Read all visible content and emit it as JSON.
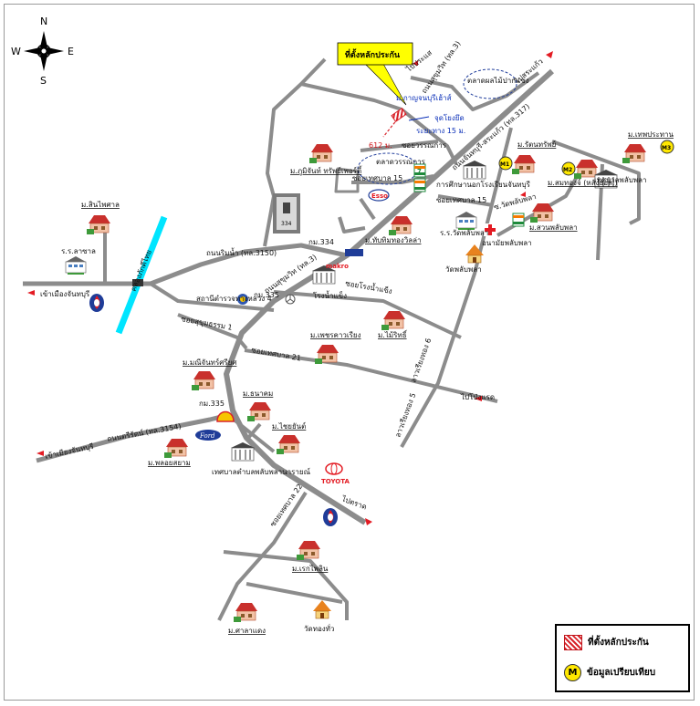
{
  "compass": {
    "n": "N",
    "s": "S",
    "e": "E",
    "w": "W"
  },
  "site_callout": "ที่ตั้งหลักประกัน",
  "labels": {
    "to_prasae": "ไปประแส",
    "sukhumvit_top": "ถนนสุขุมวิท (ทล.3)",
    "to_sakaeo": "ไปสระแก้ว",
    "fruit_market": "ตลาดผลไม้ปากแซง",
    "kanchanaburi_estate": "ม.กาญจนบุรีเฮ้าส์",
    "reference_point": "จุดโยงยึด",
    "distance": "ระยะทาง 15 ม.",
    "dist_612": "612 ม.",
    "chanthaburi_sakaeo_rd": "ถนนจันทบุรี-สระแก้ว (ทล.317)",
    "soi_wannakan": "ซอยวรรณการ",
    "wannakan_market": "ตลาดวรรณการ",
    "phumjan_estate": "ม.ภูมิจันท์ ทรัพย์เพอร์ตี้",
    "soi_thetsaban_15a": "ซอยเทศบาล 15",
    "soi_thetsaban_15b": "ซอยเทศบาล 15",
    "education_office": "การศึกษานอกโรงเรียนจันทบุรี",
    "rattanasap_estate": "ม.รัตนทรัพย์",
    "thepprathan_estate": "ม.เทพประทาน",
    "somthong_estate": "ม.สมทองจ์ (หลังธอส.)",
    "phlapphla_municipality_top": "เทศบาลพลับพลา",
    "km334_post": "334",
    "km334": "กม.334",
    "thaptimthong_villa": "ม.ทับทิมทองวิลล่า",
    "wat_phlapphla_school": "ร.ร.วัดพลับพลา",
    "soi_wat_phlapphla": "ซ.วัดพลับพลา",
    "suanphlapphla_estate": "ม.สวนพลับพลา",
    "phlapphla_health": "อนามัยพลับพลา",
    "wat_phlapphla": "วัดพลับพลา",
    "sinphaisan_estate": "ม.สินไพศาล",
    "lasan_school": "ร.ร.ลาซาล",
    "khlong_phraya_tai": "คลองภักดีไทย",
    "to_chanthaburi_w": "เข้าเมืองจันทบุรี",
    "thanon_riap_nam": "ถนนริมน้ำ (ทล.3150)",
    "makro": "makro",
    "km335_top": "กม.335",
    "soi_rongnamkhaeng": "ซอยโรงน้ำแข็ง",
    "ice_factory": "โรงน้ำแข็ง",
    "police_station": "สถานีตำรวจทางหลวง 4",
    "sukhumvit_mid": "ถนนสุขุมวิท (ทล.3)",
    "soi_sukhumtham": "ซอยสุขุมธรรม 1",
    "mairithi_estate": "ม.ไม้ริทธิ์",
    "soi_thetsaban_21": "ซอยเทศบาล 21",
    "phetchkhao_estate": "ม.เพชรคาวเรียง",
    "soi_chan_thung5": "ลาวเรียงทอง 5",
    "soi_chan_thung6": "ลาวเรียงทอง 6",
    "to_pong_nam_ron": "ไปโป่งแรด",
    "manichan_sriyos": "ม.มณีจันทร์ศรียศ",
    "km335_bottom": "กม.335",
    "thanakom_estate": "ม.ธนาคม",
    "chaiyanan_estate": "ม.ไชยยันต์",
    "thanon_tri_rat": "ถนนตรีรัตน์ (ทล.3154)",
    "to_chanthaburi_sw": "เข้าเมืองจันทบุรี",
    "phongsayam_estate": "ม.พลอยสยาม",
    "ford": "Ford",
    "phlapphla_municipality_bottom": "เทศบาลตำบลพลับพลานารายณ์",
    "toyota": "TOYOTA",
    "soi_thetsaban_22": "ซอยเทศบาล 22",
    "to_trat": "ไปตราด",
    "kraphon_estate": "ม.เรกไพลิน",
    "salaeng_estate": "ม.ศาลาแดง",
    "wat_thongtua": "วัดทองทั่ว",
    "esso": "Esso",
    "m1": "M1",
    "m2": "M2",
    "m3": "M3",
    "seven": "7"
  },
  "legend": {
    "collateral": "ที่ตั้งหลักประกัน",
    "compare": "ข้อมูลเปรียบเทียบ",
    "m_symbol": "M"
  },
  "colors": {
    "road": "#8c8c8c",
    "canal": "#00e5ff",
    "callout": "#ffff00",
    "site_hatch": "#d8232a",
    "marker": "#ffe800",
    "arrow": "#e31b23"
  }
}
